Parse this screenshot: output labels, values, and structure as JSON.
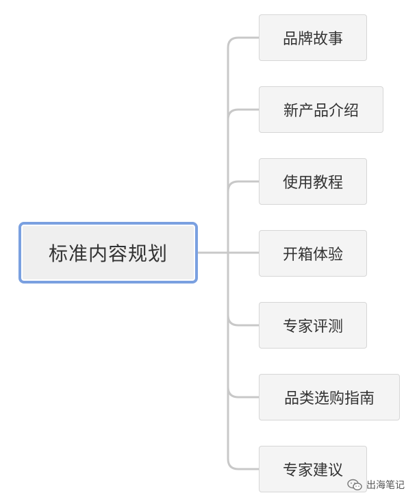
{
  "diagram": {
    "type": "mind-map",
    "root": {
      "label": "标准内容规划"
    },
    "children": [
      {
        "label": "品牌故事"
      },
      {
        "label": "新产品介绍"
      },
      {
        "label": "使用教程"
      },
      {
        "label": "开箱体验"
      },
      {
        "label": "专家评测"
      },
      {
        "label": "品类选购指南"
      },
      {
        "label": "专家建议"
      }
    ],
    "colors": {
      "root_border": "#7aa0e0",
      "node_fill": "#f4f4f4",
      "connector": "#c8c8c8",
      "text": "#333333"
    }
  },
  "watermark": {
    "label": "出海笔记",
    "icon": "wechat-icon"
  }
}
